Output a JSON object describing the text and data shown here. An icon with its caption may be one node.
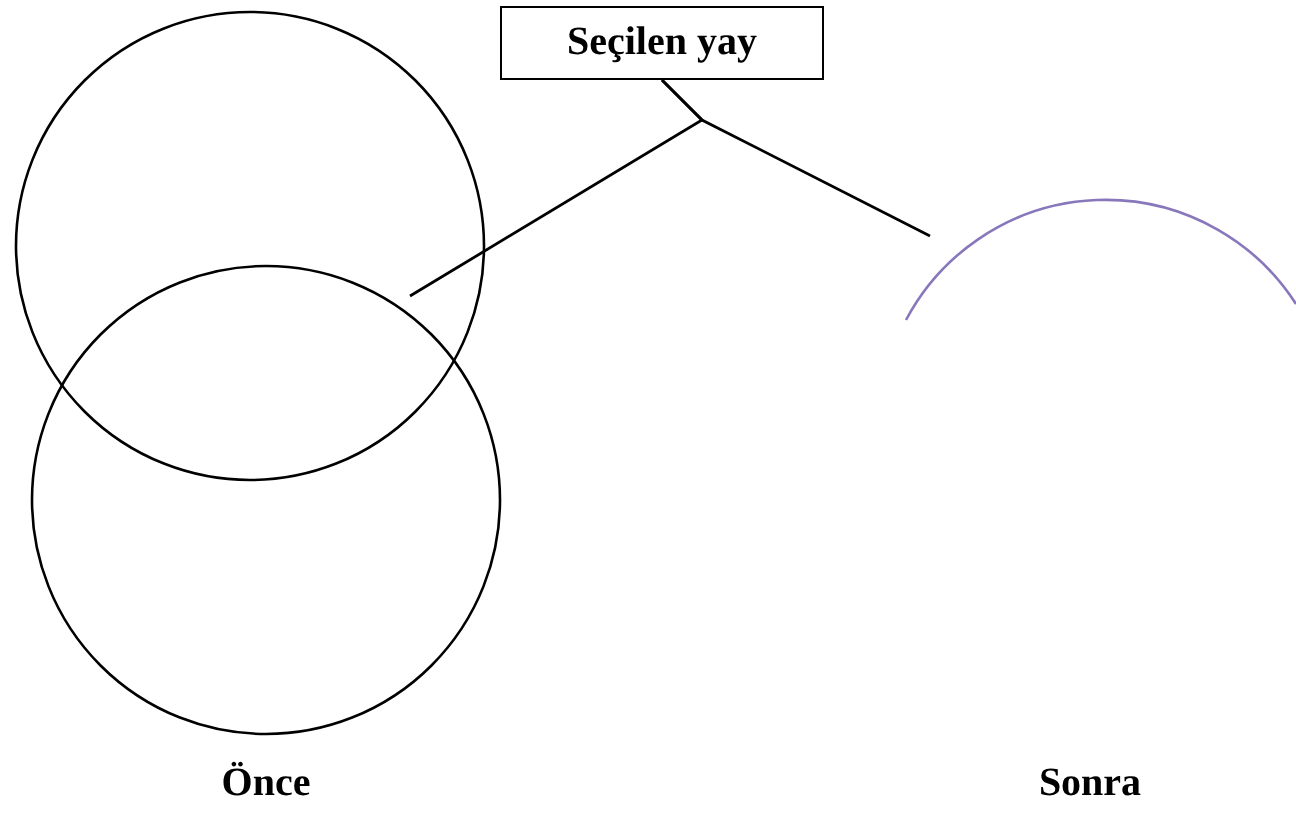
{
  "diagram": {
    "nodes": [
      {
        "text": [
          "Seçilen yay"
        ]
      },
      {
        "text": [],
        "shape": "circle"
      },
      {
        "text": [],
        "shape": "circle"
      },
      {
        "text": [],
        "shape": "arc"
      }
    ],
    "edges": [
      {
        "from": 0,
        "to": 2,
        "arrow": "none"
      },
      {
        "from": 0,
        "to": 3,
        "arrow": "none"
      }
    ],
    "labels": [
      "Önce",
      "Sonra"
    ]
  }
}
